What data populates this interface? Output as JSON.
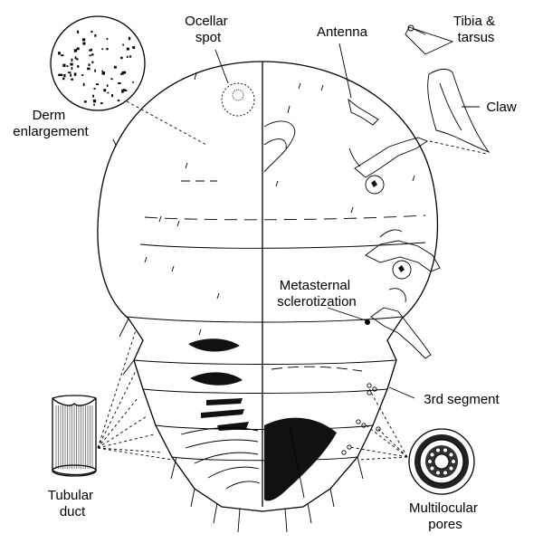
{
  "labels": {
    "ocellar_spot": [
      "Ocellar",
      "spot"
    ],
    "antenna": [
      "Antenna"
    ],
    "tibia_tarsus": [
      "Tibia &",
      "tarsus"
    ],
    "claw": [
      "Claw"
    ],
    "derm_enlargement": [
      "Derm",
      "enlargement"
    ],
    "metasternal": [
      "Metasternal",
      "sclerotization"
    ],
    "third_segment": [
      "3rd segment"
    ],
    "tubular_duct": [
      "Tubular",
      "duct"
    ],
    "multilocular_pores": [
      "Multilocular",
      "pores"
    ]
  }
}
